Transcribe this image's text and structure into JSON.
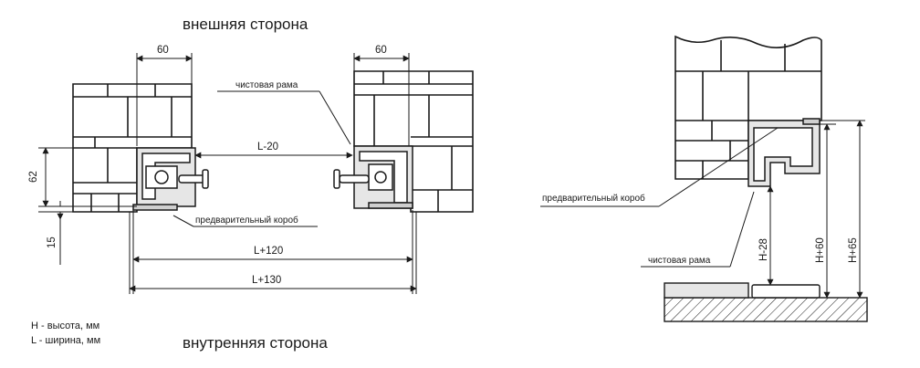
{
  "headings": {
    "outer_side": "внешняя сторона",
    "inner_side": "внутренняя сторона"
  },
  "labels": {
    "finish_frame_left": "чистовая рама",
    "pre_box_left": "предварительный короб",
    "pre_box_right": "предварительный короб",
    "finish_frame_right": "чистовая рама"
  },
  "dimensions": {
    "top_left_60": "60",
    "top_right_60": "60",
    "l_minus_20": "L-20",
    "l_plus_120": "L+120",
    "l_plus_130": "L+130",
    "d62": "62",
    "d15": "15",
    "h_minus_28": "H-28",
    "h_plus_60": "H+60",
    "h_plus_65": "H+65"
  },
  "legend": {
    "height": "H - высота, мм",
    "width": "L - ширина, мм"
  },
  "colors": {
    "line": "#1a1a1a",
    "fill_light": "#e6e6e6",
    "background": "#ffffff"
  }
}
